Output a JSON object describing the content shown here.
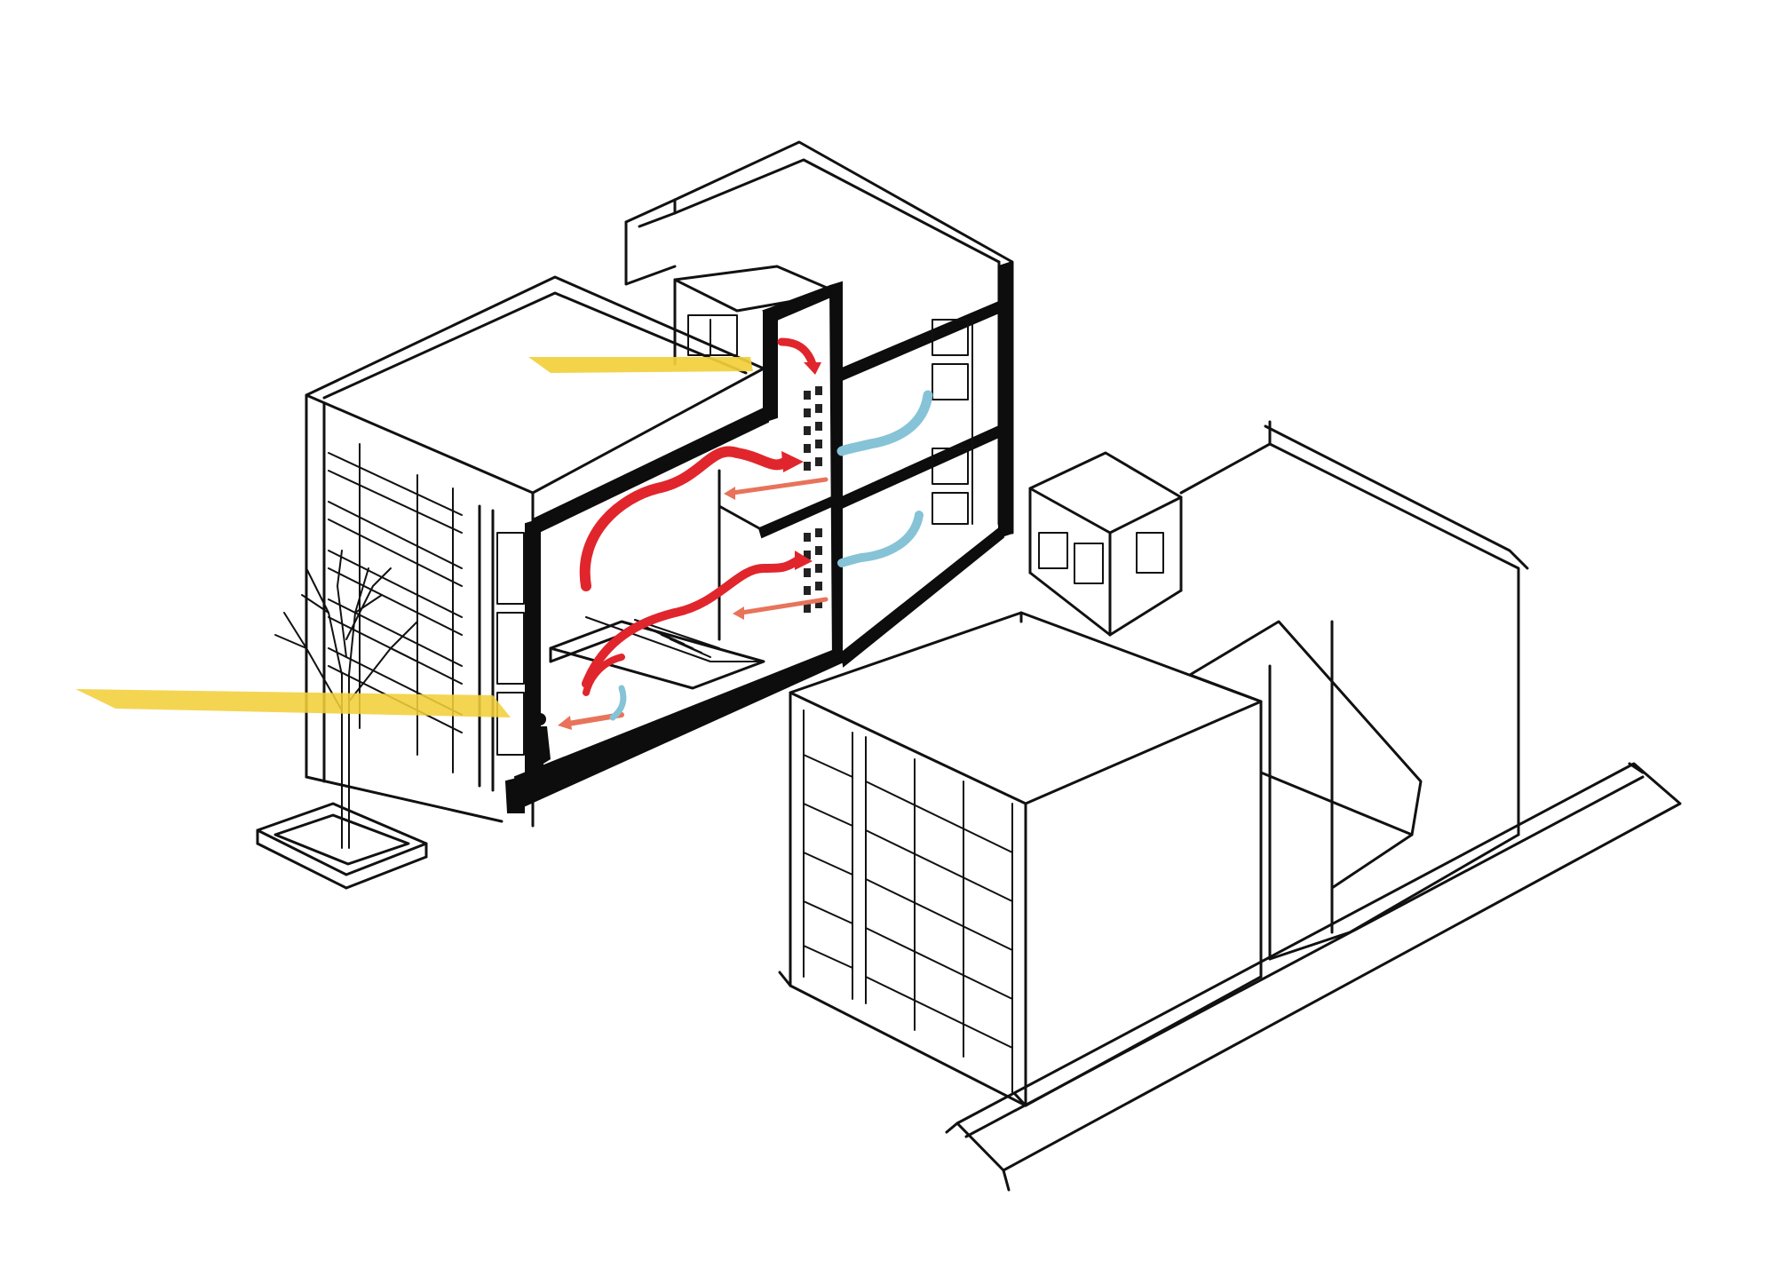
{
  "diagram": {
    "colors": {
      "ink": "#111111",
      "paper": "#ffffff",
      "sunlight": "#f2cf3a",
      "warm_air": "#e0262c",
      "warm_air_light": "#e8735a",
      "cool_air": "#86c3d6"
    },
    "elements": {
      "section_building": "cutaway-building-section",
      "neighbor_building": "neighboring-building",
      "tree": "tree-icon",
      "person": "person-silhouette-icon",
      "stair": "stair-icon",
      "sun_rays": "sun-ray-arrows",
      "airflow": "airflow-arrows"
    }
  }
}
